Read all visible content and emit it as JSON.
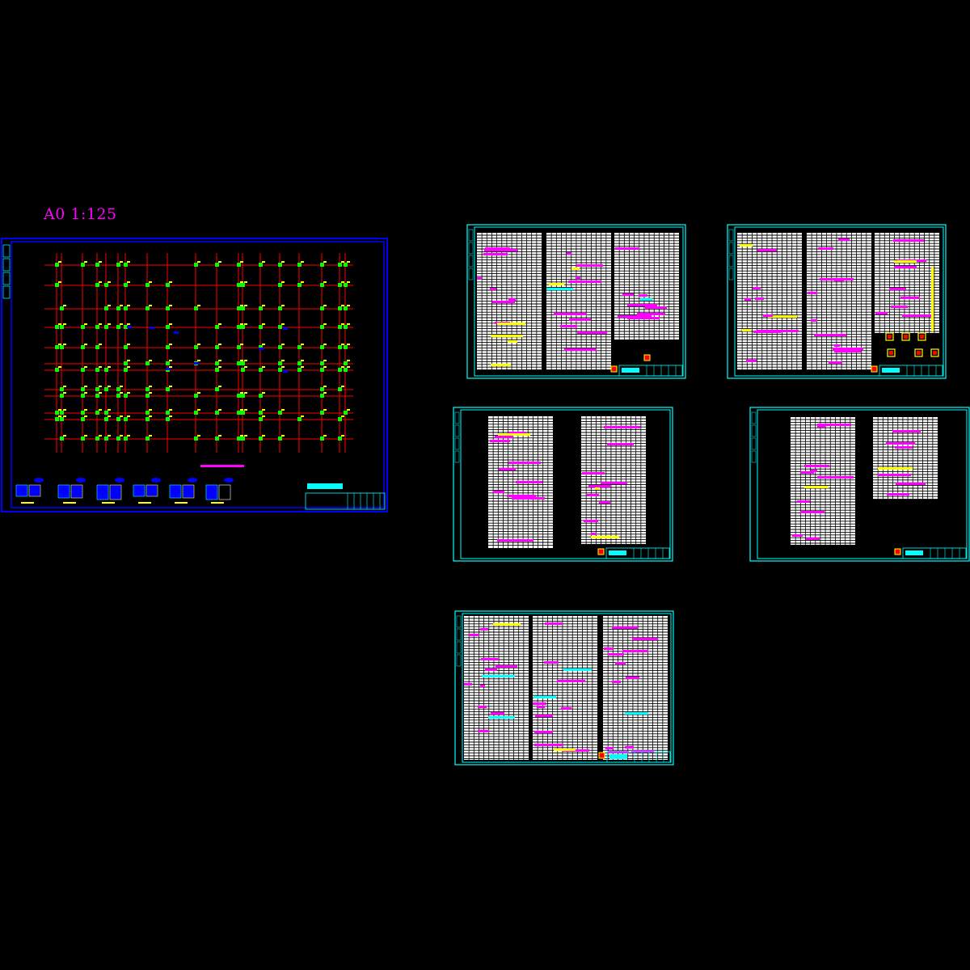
{
  "drawing": {
    "scale_label": "A0 1:125"
  },
  "colors": {
    "background": "#000000",
    "frame_blue": "#0000ff",
    "frame_cyan": "#00ffff",
    "grid_red": "#ff0000",
    "column_yellow": "#ffff00",
    "column_green": "#00ff00",
    "table_white": "#ffffff",
    "highlight_magenta": "#ff00ff",
    "detail_blue": "#0000ff"
  },
  "sheets": {
    "plan": {
      "name": "column-layout-plan-sheet",
      "details_count": 6
    },
    "tables": [
      {
        "name": "table-sheet-1",
        "columns": 3
      },
      {
        "name": "table-sheet-2",
        "columns": 3
      },
      {
        "name": "table-sheet-3",
        "columns": 2
      },
      {
        "name": "table-sheet-4",
        "columns": 2
      },
      {
        "name": "table-sheet-5",
        "columns": 3
      }
    ]
  }
}
